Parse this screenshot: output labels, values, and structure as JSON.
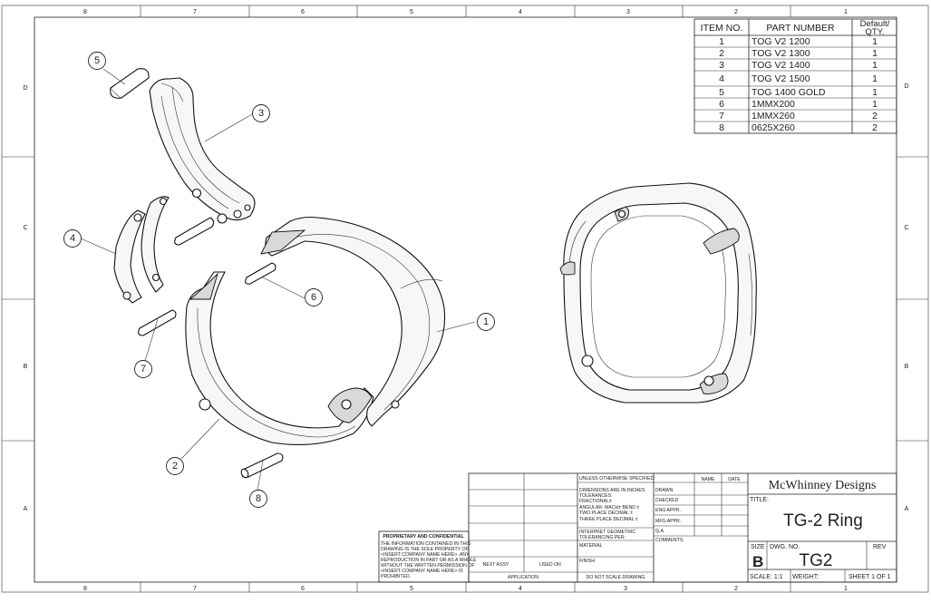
{
  "zones_columns": [
    "8",
    "7",
    "6",
    "5",
    "4",
    "3",
    "2",
    "1"
  ],
  "zones_rows": [
    "D",
    "C",
    "B",
    "A"
  ],
  "bom": {
    "headers": [
      "ITEM NO.",
      "PART NUMBER",
      "Default/\nQTY."
    ],
    "header_qty_1": "Default/",
    "header_qty_2": "QTY.",
    "rows": [
      {
        "item": "1",
        "part": "TOG V2 1200",
        "qty": "1"
      },
      {
        "item": "2",
        "part": "TOG V2 1300",
        "qty": "1"
      },
      {
        "item": "3",
        "part": "TOG V2 1400",
        "qty": "1"
      },
      {
        "item": "4",
        "part": "TOG V2 1500",
        "qty": "1"
      },
      {
        "item": "5",
        "part": "TOG 1400 GOLD",
        "qty": "1"
      },
      {
        "item": "6",
        "part": "1MMX200",
        "qty": "1"
      },
      {
        "item": "7",
        "part": "1MMX260",
        "qty": "2"
      },
      {
        "item": "8",
        "part": "0625X260",
        "qty": "2"
      }
    ]
  },
  "balloons": [
    "5",
    "3",
    "4",
    "6",
    "1",
    "7",
    "2",
    "8"
  ],
  "title_block": {
    "company": "McWhinney Designs",
    "title_label": "TITLE:",
    "title": "TG-2 Ring",
    "size_label": "SIZE",
    "size": "B",
    "dwg_no_label": "DWG.  NO.",
    "dwg_no": "TG2",
    "rev_label": "REV",
    "scale": "SCALE: 1:1",
    "weight": "WEIGHT:",
    "sheet": "SHEET 1 OF 1",
    "unless": "UNLESS OTHERWISE SPECIFIED:",
    "name": "NAME",
    "date": "DATE",
    "dims_1": "DIMENSIONS ARE IN INCHES",
    "dims_2": "TOLERANCES:",
    "dims_3": "FRACTIONAL±",
    "dims_4": "ANGULAR: MACH±   BEND ±",
    "dims_5": "TWO PLACE DECIMAL   ±",
    "dims_6": "THREE PLACE DECIMAL  ±",
    "drawn": "DRAWN",
    "checked": "CHECKED",
    "eng_appr": "ENG APPR.",
    "mfg_appr": "MFG APPR.",
    "qa": "Q.A.",
    "comments": "COMMENTS:",
    "interpret_1": "INTERPRET GEOMETRIC",
    "interpret_2": "TOLERANCING PER:",
    "material": "MATERIAL",
    "finish": "FINISH",
    "next_assy": "NEXT ASSY",
    "used_on": "USED ON",
    "application": "APPLICATION",
    "do_not_scale": "DO NOT SCALE DRAWING",
    "prop_title": "PROPRIETARY AND CONFIDENTIAL",
    "prop_1": "THE INFORMATION CONTAINED IN THIS",
    "prop_2": "DRAWING IS THE SOLE PROPERTY OF",
    "prop_3": "<INSERT COMPANY NAME HERE>.  ANY",
    "prop_4": "REPRODUCTION IN PART OR AS A WHOLE",
    "prop_5": "WITHOUT THE WRITTEN PERMISSION OF",
    "prop_6": "<INSERT COMPANY NAME HERE> IS",
    "prop_7": "PROHIBITED."
  }
}
